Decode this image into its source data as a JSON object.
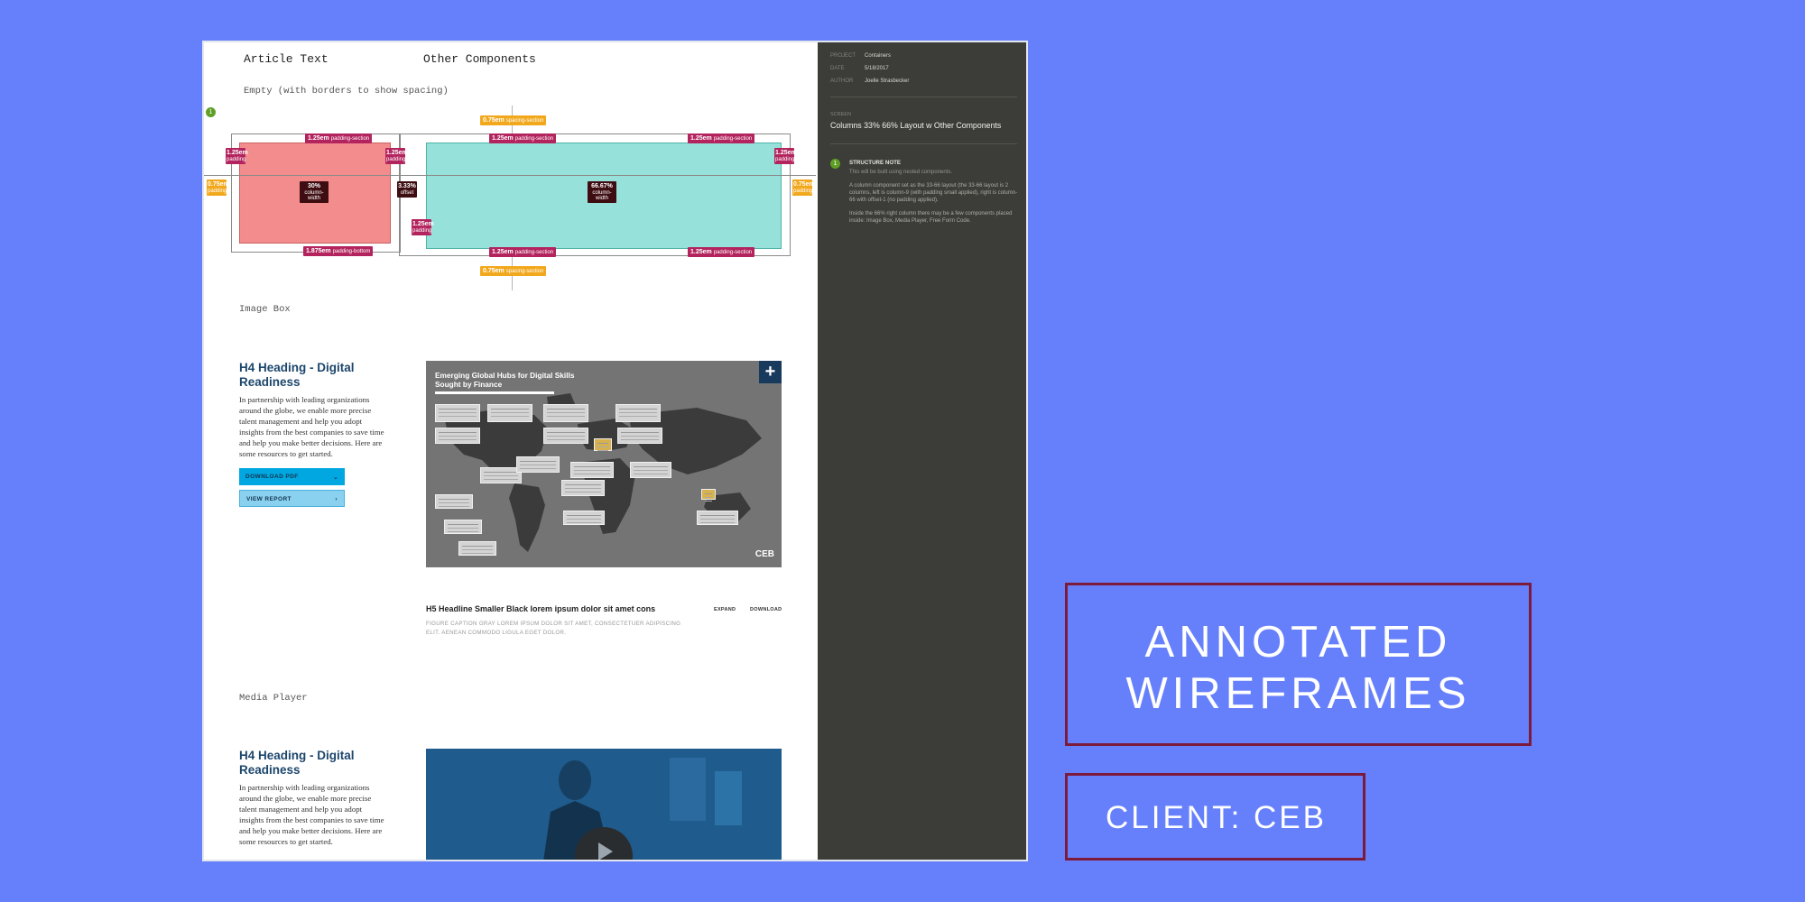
{
  "canvas": {
    "col_article": "Article Text",
    "col_other": "Other Components",
    "empty_label": "Empty (with borders to show spacing)",
    "image_box_label": "Image Box",
    "media_player_label": "Media Player",
    "pin_marker": "1"
  },
  "specs": {
    "top_orange": {
      "value": "0.75em",
      "note": "spacing-section"
    },
    "bottom_orange": {
      "value": "0.75em",
      "note": "spacing-section"
    },
    "left_orange": {
      "value": "0.75em",
      "note": "padding"
    },
    "right_orange": {
      "value": "0.75em",
      "note": "padding"
    },
    "red_top": {
      "value": "1.25em",
      "note": "padding-section"
    },
    "red_bottom": {
      "value": "1.875em",
      "note": "padding-bottom"
    },
    "red_left": {
      "value": "1.25em",
      "note": "padding"
    },
    "red_right": {
      "value": "1.25em",
      "note": "padding"
    },
    "red_center": {
      "value": "30%",
      "note": "column-width"
    },
    "gutter": {
      "value": "3.33%",
      "note": "offset"
    },
    "gutter_lower": {
      "value": "1.25em",
      "note": "padding"
    },
    "teal_top_left": {
      "value": "1.25em",
      "note": "padding-section"
    },
    "teal_top_right": {
      "value": "1.25em",
      "note": "padding-section"
    },
    "teal_bottom_left": {
      "value": "1.25em",
      "note": "padding-section"
    },
    "teal_bottom_right": {
      "value": "1.25em",
      "note": "padding-section"
    },
    "teal_right": {
      "value": "1.25em",
      "note": "padding"
    },
    "teal_center": {
      "value": "66.67%",
      "note": "column-width"
    }
  },
  "image_box": {
    "heading": "H4 Heading - Digital Readiness",
    "body": "In partnership with leading organizations around the globe, we enable more precise talent management and help you adopt insights from the best companies to save time and help you make better decisions. Here are some resources to get started.",
    "download_label": "DOWNLOAD PDF",
    "download_icon": "chevron-down-icon",
    "view_label": "VIEW REPORT",
    "view_icon": "chevron-right-icon",
    "map_title": "Emerging Global Hubs for Digital Skills Sought by Finance",
    "map_plus": "+",
    "map_logo": "CEB",
    "h5": "H5 Headline Smaller Black lorem ipsum dolor sit amet cons",
    "expand_label": "EXPAND",
    "download_link": "DOWNLOAD",
    "caption": "FIGURE CAPTION GRAY LOREM IPSUM DOLOR SIT AMET, CONSECTETUER ADIPISCING ELIT. AENEAN COMMODO LIGULA EGET DOLOR."
  },
  "media_player": {
    "heading": "H4 Heading - Digital Readiness",
    "body": "In partnership with leading organizations around the globe, we enable more precise talent management and help you adopt insights from the best companies to save time and help you make better decisions. Here are some resources to get started."
  },
  "notes": {
    "project_key": "Project",
    "project_value": "Containers",
    "date_key": "Date",
    "date_value": "5/18/2017",
    "author_key": "Author",
    "author_value": "Joelle Strasbecker",
    "screen_key": "Screen",
    "screen_name": "Columns 33% 66% Layout w Other Components",
    "note_number": "1",
    "note_title": "STRUCTURE NOTE",
    "note_sub": "This will be built using nested components.",
    "note_p1": "A column component set as the 33-66 layout (the 33-66 layout is 2 columns, left is column-9 (with padding small applied), right is column-66 with offset-1 (no padding applied).",
    "note_p2": "Inside the 66% right column there may be a few components placed inside: Image Box, Media Player, Free Form Code."
  },
  "titles": {
    "main": "ANNOTATED WIREFRAMES",
    "client": "CLIENT: CEB"
  },
  "colors": {
    "background": "#6680fb",
    "box_border": "#7d1a3c",
    "notes_panel": "#3c3c38",
    "spec_tag": "#b3245e",
    "spacing_tag": "#f2a81d",
    "red_column": "#f38d8d",
    "teal_column": "#96e2da",
    "heading_blue": "#1c466c",
    "download_button": "#00a7e1"
  }
}
